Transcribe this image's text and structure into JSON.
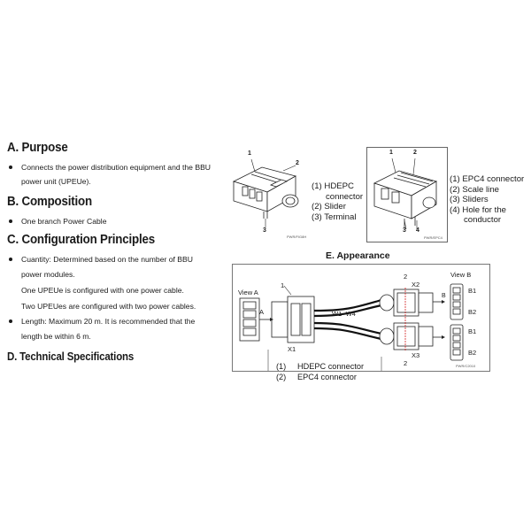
{
  "sections": {
    "purpose": {
      "heading": "A. Purpose",
      "bullet": "Connects the power distribution equipment and the BBU power unit (UPEUe).",
      "line1": "Connects the power distribution equipment and the BBU",
      "line2": "power unit (UPEUe)."
    },
    "composition": {
      "heading": "B. Composition",
      "bullet": "One branch Power Cable"
    },
    "configuration": {
      "heading": "C. Configuration Principles",
      "quantity_line1": "Cuantity: Determined based on the number of BBU",
      "quantity_line2": "power modules.",
      "one_upeue": "One UPEUe is configured with one power cable.",
      "two_upeue": "Two UPEUes are configured with two power cables.",
      "length_line1": "Length: Maximum 20 m. It is recommended that the",
      "length_line2": "length be within 6 m."
    },
    "technical": {
      "heading": "D. Technical Specifications"
    }
  },
  "figure_hdepc": {
    "callouts": [
      "1",
      "2",
      "3"
    ],
    "legend": [
      "(1) HDEPC",
      "connector",
      "(2) Slider",
      "(3) Terminal"
    ],
    "id": "PWR/FIG8H"
  },
  "figure_epc4": {
    "callouts": [
      "1",
      "2",
      "3",
      "4"
    ],
    "legend": [
      "(1) EPC4 connector",
      "(2) Scale line",
      "(3) Sliders",
      "(4) Hole for the",
      "conductor"
    ],
    "id": "PWR/EPC4"
  },
  "appearance": {
    "title": "E. Appearance",
    "view_a": "View A",
    "view_b": "View B",
    "arrow_a": "A",
    "arrow_b": "B",
    "x1": "X1",
    "x2": "X2",
    "x3": "X3",
    "wires": "W1~W4",
    "callout_1": "1",
    "callout_2a": "2",
    "callout_2b": "2",
    "b1a": "B1",
    "b2a": "B2",
    "b1b": "B1",
    "b2b": "B2",
    "legend_num1": "(1)",
    "legend_txt1": "HDEPC connector",
    "legend_num2": "(2)",
    "legend_txt2": "EPC4 connector",
    "id": "PWR/C2010"
  }
}
